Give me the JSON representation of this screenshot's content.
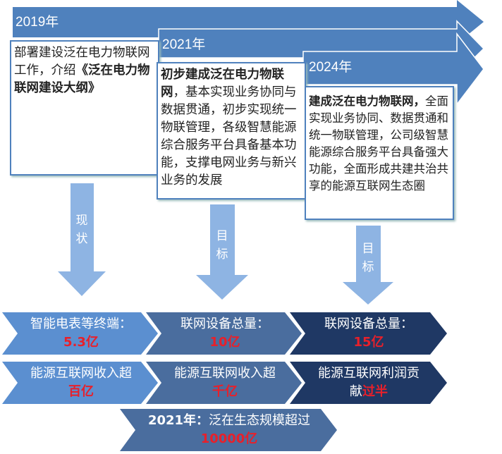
{
  "timeline": [
    {
      "year": "2019年",
      "text_bold_pre": "",
      "text_plain": "部署建设泛在电力物联网工作，介绍",
      "text_bold_post": "《泛在电力物联网建设大纲》",
      "arrow_label": "现状"
    },
    {
      "year": "2021年",
      "text_bold_pre": "初步建成泛在电力物联网",
      "text_plain": "，基本实现业务协同与数据贯通，初步实现统一物联管理，各级智慧能源综合服务平台具备基本功能，支撑电网业务与新兴业务的发展",
      "text_bold_post": "",
      "arrow_label": "目标"
    },
    {
      "year": "2024年",
      "text_bold_pre": "建成泛在电力物联网，",
      "text_plain": "全面实现业务协同、数据贯通和统一物联管理，公司级智慧能源综合服务平台具备强大功能，全面形成共建共治共享的能源互联网生态圈",
      "text_bold_post": "",
      "arrow_label": "目标"
    }
  ],
  "metrics": [
    [
      {
        "text": "智能电表等终端：",
        "value": "5.3亿"
      },
      {
        "text": "联网设备总量：",
        "value": "10亿"
      },
      {
        "text": "联网设备总量：",
        "value": "15亿"
      }
    ],
    [
      {
        "text": "能源互联网收入超",
        "value": "百亿"
      },
      {
        "text": "能源互联网收入超",
        "value": "千亿"
      },
      {
        "text": "能源互联网利润贡献",
        "value": "过半"
      }
    ]
  ],
  "summary": {
    "text_bold": "2021年：",
    "text": "泛在生态规模超过",
    "value": "10000亿"
  },
  "colors": {
    "banner": "#4f81bd",
    "col1": "#5b8fd0",
    "col2": "#4a6d9e",
    "col3": "#1f3864",
    "highlight": "#e8202a"
  }
}
